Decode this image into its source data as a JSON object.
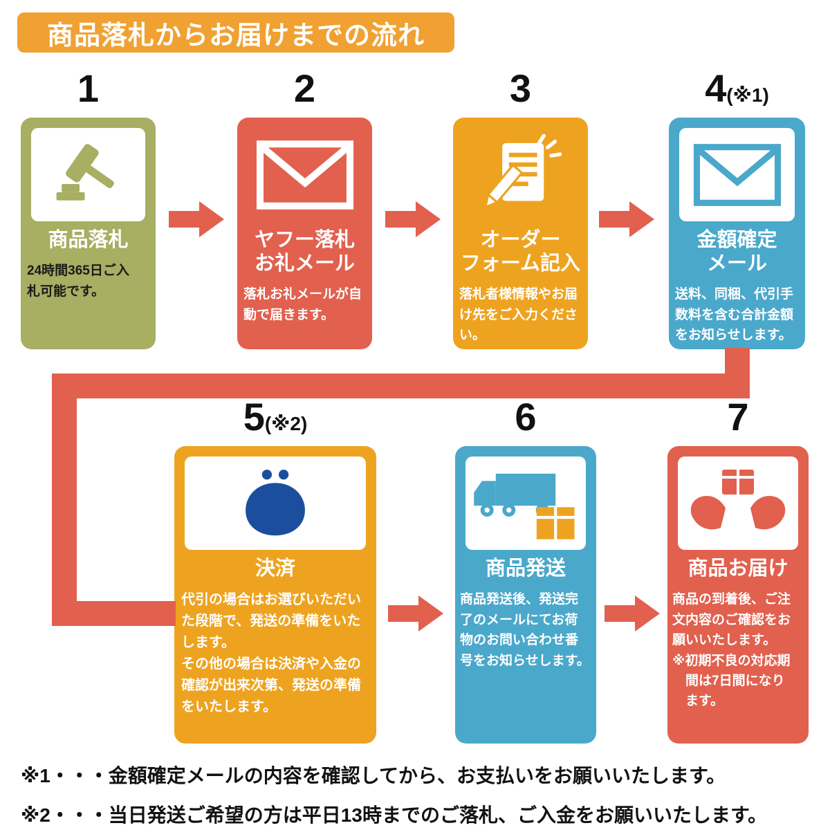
{
  "colors": {
    "banner": "#f0a132",
    "olive": "#a8ae62",
    "red": "#e2604e",
    "orange": "#eea320",
    "blue": "#4aa8cb",
    "navy": "#1b4f9e",
    "text": "#1a1a1a"
  },
  "header": {
    "title": "商品落札からお届けまでの流れ"
  },
  "steps": [
    {
      "number": "1",
      "suffix": "",
      "title": "商品落札",
      "desc": "24時間365日ご入\n札可能です。",
      "icon": "gavel-icon",
      "color": "#a8ae62"
    },
    {
      "number": "2",
      "suffix": "",
      "title": "ヤフー落札\nお礼メール",
      "desc": "落札お礼メールが自\n動で届きます。",
      "icon": "mail-icon",
      "color": "#e2604e"
    },
    {
      "number": "3",
      "suffix": "",
      "title": "オーダー\nフォーム記入",
      "desc": "落札者様情報やお届\nけ先をご入力くださ\nい。",
      "icon": "order-form-icon",
      "color": "#eea320"
    },
    {
      "number": "4",
      "suffix": "(※1)",
      "title": "金額確定\nメール",
      "desc": "送料、同梱、代引手\n数料を含む合計金額\nをお知らせします。",
      "icon": "price-mail-icon",
      "color": "#4aa8cb"
    },
    {
      "number": "5",
      "suffix": "(※2)",
      "title": "決済",
      "desc": "代引の場合はお選びいただい\nた段階で、発送の準備をいた\nします。\nその他の場合は決済や入金の\n確認が出来次第、発送の準備\nをいたします。",
      "icon": "purse-icon",
      "color": "#eea320"
    },
    {
      "number": "6",
      "suffix": "",
      "title": "商品発送",
      "desc": "商品発送後、発送完\n了のメールにてお荷\n物のお問い合わせ番\n号をお知らせします。",
      "icon": "truck-icon",
      "color": "#4aa8cb"
    },
    {
      "number": "7",
      "suffix": "",
      "title": "商品お届け",
      "desc": "商品の到着後、ご注\n文内容のご確認をお\n願いいたします。\n※初期不良の対応期\n　間は7日間になり\n　ます。",
      "icon": "delivery-hands-icon",
      "color": "#e2604e"
    }
  ],
  "notes": [
    "※1・・・金額確定メールの内容を確認してから、お支払いをお願いいたします。",
    "※2・・・当日発送ご希望の方は平日13時までのご落札、ご入金をお願いいたします。"
  ]
}
